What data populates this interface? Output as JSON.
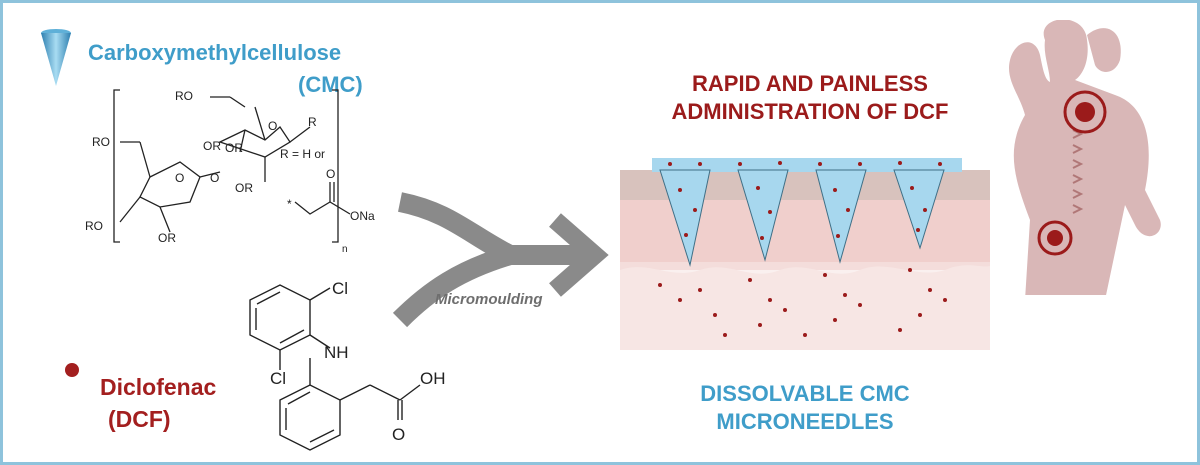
{
  "cmc": {
    "title": "Carboxymethylcellulose",
    "abbr": "(CMC)",
    "r_def": "R = H or",
    "ona": "ONa",
    "o": "O",
    "n_sub": "n",
    "ro": "RO",
    "or": "OR",
    "r": "R",
    "star": "*"
  },
  "dcf": {
    "title": "Diclofenac",
    "abbr": "(DCF)",
    "cl": "Cl",
    "nh": "NH",
    "oh": "OH",
    "o": "O"
  },
  "arrow_label": "Micromoulding",
  "headline": {
    "line1": "RAPID AND PAINLESS",
    "line2": "ADMINISTRATION OF DCF"
  },
  "caption": {
    "line1": "DISSOLVABLE CMC",
    "line2": "MICRONEEDLES"
  },
  "colors": {
    "cmc_blue": "#3f9dc9",
    "dcf_red": "#a31f1f",
    "border": "#8ec3dc",
    "arrow_grey": "#8a8a8a",
    "skin": "#f3d3d0",
    "body": "#d9b7b7"
  }
}
